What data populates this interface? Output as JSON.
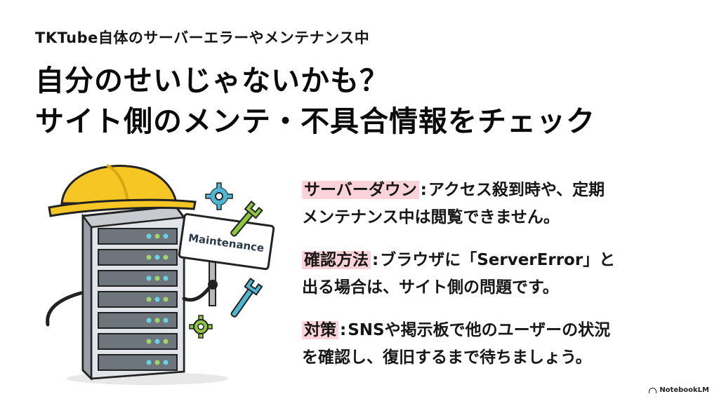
{
  "slide": {
    "subtitle": "TKTube自体のサーバーエラーやメンテナンス中",
    "headline_line1": "自分のせいじゃないかも？",
    "headline_line2": "サイト側のメンテ・不具合情報をチェック",
    "sign_text": "Maintenance",
    "points": [
      {
        "keyword": "サーバーダウン",
        "separator": ":",
        "line1_rest": "アクセス殺到時や、定期",
        "line2": "メンテナンス中は閲覧できません。"
      },
      {
        "keyword": "確認方法",
        "separator": ":",
        "line1_rest": "ブラウザに「ServerError」と",
        "line2": "出る場合は、サイト側の問題です。"
      },
      {
        "keyword": "対策",
        "separator": ":",
        "line1_rest": "SNSや掲示板で他のユーザーの状況",
        "line2": "を確認し、復旧するまで待ちましょう。"
      }
    ],
    "brand": "NotebookLM"
  },
  "colors": {
    "highlight": "#fbd3d9",
    "helmet": "#f6c624",
    "gear": "#4fb7d4",
    "wrench_green": "#8dc63f",
    "wrench_blue": "#4fb7d4",
    "led_green": "#9fd66b",
    "led_cyan": "#67d4e4"
  },
  "icons": [
    "hard-hat-icon",
    "server-rack-icon",
    "maintenance-sign-icon",
    "gear-icon",
    "wrench-icon",
    "notebooklm-logo-icon"
  ]
}
